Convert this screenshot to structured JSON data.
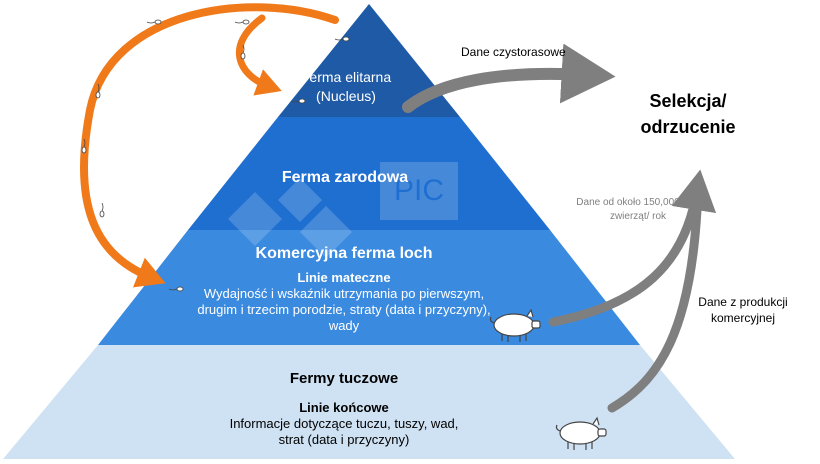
{
  "tiers": {
    "nucleus": {
      "title": "Ferma elitarna",
      "subtitle": "(Nucleus)"
    },
    "multiplier": {
      "title": "Ferma zarodowa"
    },
    "commercial_sow": {
      "title": "Komercyjna ferma loch",
      "line_label": "Linie mateczne",
      "details": [
        "Wydajność i wskaźnik utrzymania po pierwszym,",
        "drugim i trzecim porodzie, straty (data i przyczyny),",
        "wady"
      ]
    },
    "finishing": {
      "title": "Fermy tuczowe",
      "line_label": "Linie końcowe",
      "details": [
        "Informacje dotyczące tuczu, tuszy, wad,",
        "strat (data i przyczyny)"
      ]
    }
  },
  "outcome": {
    "lines": [
      "Selekcja/",
      "odrzucenie"
    ]
  },
  "flows": {
    "purebred": "Dane czystorasowe",
    "sow_data": [
      "Dane od około 150,000",
      "zwierząt/ rok"
    ],
    "commercial": [
      "Dane z produkcji",
      "komercyjnej"
    ]
  },
  "colors": {
    "nucleus": "#1f5aa6",
    "multiplier": "#1f6fd1",
    "commercial_sow": "#3a8ae0",
    "finishing": "#cfe2f3",
    "arrow_gray": "#7f7f7f",
    "arrow_orange": "#f07a1a"
  },
  "icons": [
    "pig-icon",
    "semen-icon",
    "watermark-logo"
  ]
}
